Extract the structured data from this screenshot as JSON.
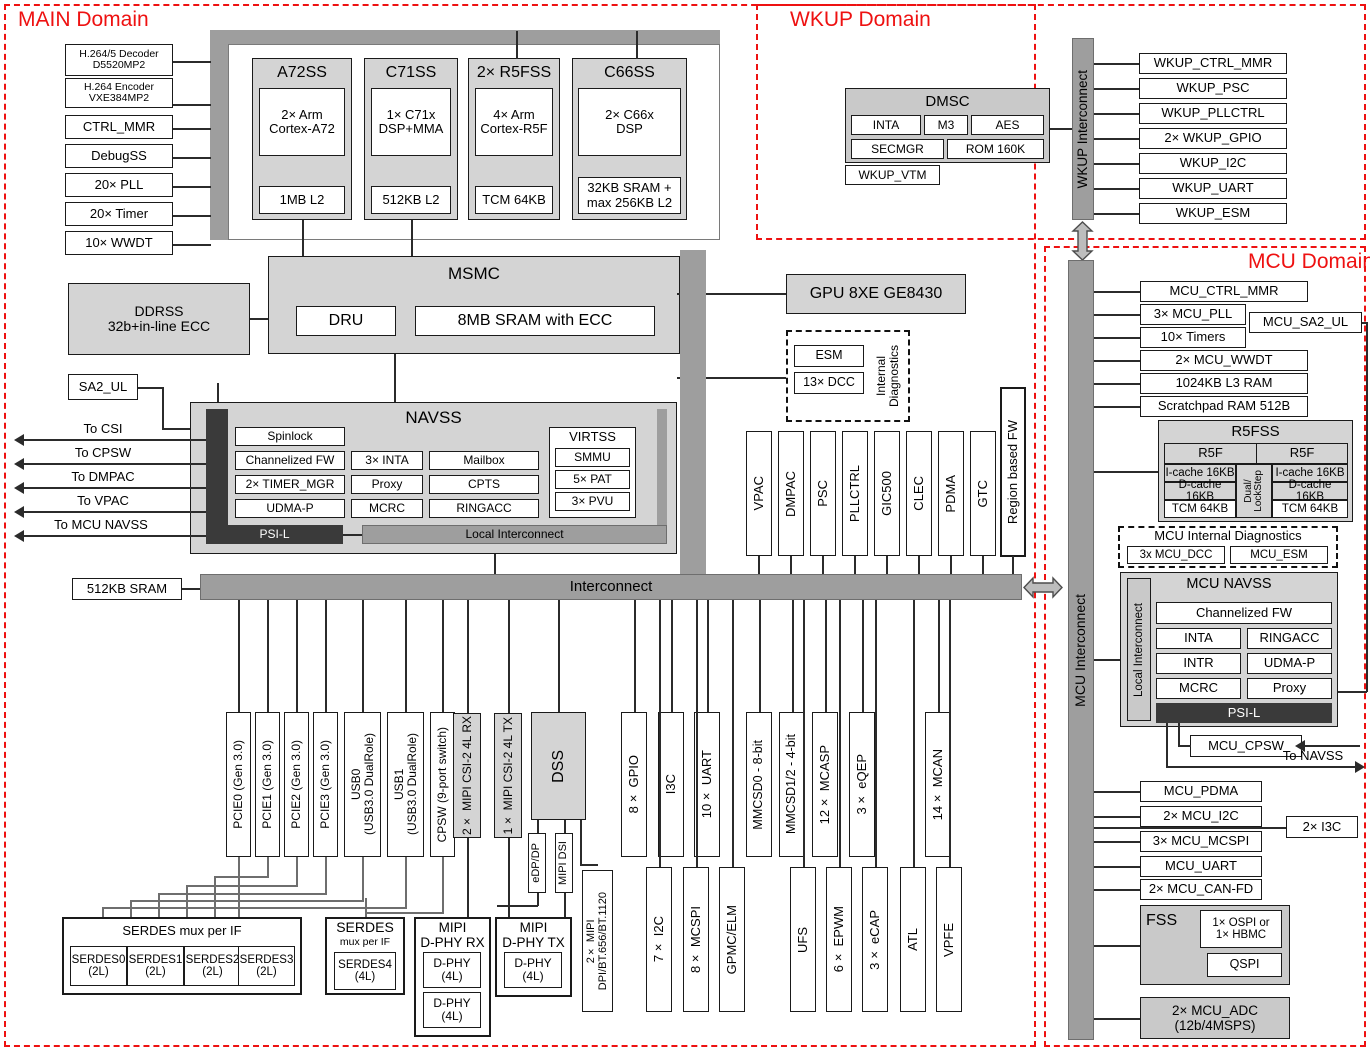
{
  "domains": {
    "main": {
      "label": "MAIN Domain",
      "color": "#ee1111"
    },
    "wkup": {
      "label": "WKUP Domain",
      "color": "#ee1111"
    },
    "mcu": {
      "label": "MCU Domain",
      "color": "#ee1111"
    }
  },
  "main": {
    "left_peripherals": [
      {
        "label": "H.264/5 Decoder\nD5520MP2"
      },
      {
        "label": "H.264 Encoder\nVXE384MP2"
      },
      {
        "label": "CTRL_MMR"
      },
      {
        "label": "DebugSS"
      },
      {
        "label": "20× PLL"
      },
      {
        "label": "20× Timer"
      },
      {
        "label": "10× WWDT"
      }
    ],
    "compute_clusters": [
      {
        "title": "A72SS",
        "core": "2× Arm\nCortex-A72",
        "mem": "1MB L2"
      },
      {
        "title": "C71SS",
        "core": "1× C71x\nDSP+MMA",
        "mem": "512KB L2"
      },
      {
        "title": "2× R5FSS",
        "core": "4× Arm\nCortex-R5F",
        "mem": "TCM 64KB"
      },
      {
        "title": "C66SS",
        "core": "2× C66x\nDSP",
        "mem": "32KB SRAM +\nmax 256KB L2"
      }
    ],
    "msmc": {
      "title": "MSMC",
      "dru": "DRU",
      "sram": "8MB SRAM with ECC"
    },
    "ddrss": "DDRSS\n32b+in-line ECC",
    "sa2ul": "SA2_UL",
    "sram512": "512KB SRAM",
    "interconnect": "Interconnect",
    "gpu": "GPU 8XE GE8430",
    "internal_diag": {
      "label": "Internal\nDiagnostics",
      "items": [
        "ESM",
        "13× DCC"
      ]
    },
    "to_arrows": [
      "To CSI",
      "To CPSW",
      "To DMPAC",
      "To VPAC",
      "To MCU NAVSS"
    ],
    "navss": {
      "title": "NAVSS",
      "psil": "PSI-L",
      "local_interconnect": "Local Interconnect",
      "col1": [
        "Spinlock",
        "Channelized FW",
        "2× TIMER_MGR",
        "UDMA-P"
      ],
      "col2": [
        "3× INTA",
        "Proxy",
        "MCRC"
      ],
      "col3": [
        "Mailbox",
        "CPTS",
        "RINGACC"
      ],
      "virtss": {
        "title": "VIRTSS",
        "items": [
          "SMMU",
          "5× PAT",
          "3× PVU"
        ]
      }
    },
    "vertical_mid": [
      "VPAC",
      "DMPAC",
      "PSC",
      "PLLCTRL",
      "GIC500",
      "CLEC",
      "PDMA",
      "GTC"
    ],
    "region_fw": "Region based FW",
    "vertical_top_row": [
      "PCIE0 (Gen 3.0)",
      "PCIE1 (Gen 3.0)",
      "PCIE2 (Gen 3.0)",
      "PCIE3 (Gen 3.0)",
      "USB0\n(USB3.0 DualRole)",
      "USB1\n(USB3.0 DualRole)",
      "CPSW (9-port switch)",
      "2× MIPI CSI-2 4L RX",
      "1× MIPI CSI-2 4L TX"
    ],
    "dss": "DSS",
    "dss_outputs": [
      "eDP/DP",
      "MIPI DSI"
    ],
    "mipi_dpi": "2× MIPI\nDPI/BT.656/BT.1120",
    "vertical_upper": [
      "8× GPIO",
      "I3C",
      "10× UART",
      "MMCSD0 - 8-bit",
      "MMCSD1/2 - 4-bit",
      "12× MCASP",
      "3× eQEP",
      "14× MCAN"
    ],
    "vertical_lower": [
      "7× I2C",
      "8× MCSPI",
      "GPMC/ELM",
      "UFS",
      "6× EPWM",
      "3× eCAP",
      "ATL",
      "VPFE"
    ],
    "serdes_mux_main": {
      "title": "SERDES mux per IF",
      "items": [
        "SERDES0\n(2L)",
        "SERDES1\n(2L)",
        "SERDES2\n(2L)",
        "SERDES3\n(2L)"
      ]
    },
    "serdes_mux_4l": {
      "title": "SERDES",
      "sub": "mux per IF",
      "item": "SERDES4\n(4L)"
    },
    "mipi_rx": {
      "title": "MIPI\nD-PHY RX",
      "items": [
        "D-PHY\n(4L)",
        "D-PHY\n(4L)"
      ]
    },
    "mipi_tx": {
      "title": "MIPI\nD-PHY TX",
      "items": [
        "D-PHY\n(4L)"
      ]
    }
  },
  "wkup": {
    "interconnect": "WKUP Interconnect",
    "dmsc": {
      "title": "DMSC",
      "row1": [
        "INTA",
        "M3",
        "AES"
      ],
      "row2": [
        "SECMGR",
        "ROM 160K"
      ]
    },
    "vtm": "WKUP_VTM",
    "peripherals": [
      "WKUP_CTRL_MMR",
      "WKUP_PSC",
      "WKUP_PLLCTRL",
      "2× WKUP_GPIO",
      "WKUP_I2C",
      "WKUP_UART",
      "WKUP_ESM"
    ]
  },
  "mcu": {
    "interconnect": "MCU Interconnect",
    "peripherals_top": [
      "MCU_CTRL_MMR",
      "3× MCU_PLL",
      "10× Timers",
      "2× MCU_WWDT",
      "1024KB L3 RAM",
      "Scratchpad RAM 512B"
    ],
    "sa2ul": "MCU_SA2_UL",
    "r5fss": {
      "title": "R5FSS",
      "core_label": "R5F",
      "mode": "Dual/\nLockStep",
      "lines": [
        "I-cache 16KB",
        "D-cache 16KB",
        "TCM 64KB"
      ]
    },
    "internal_diag": {
      "label": "MCU Internal Diagnostics",
      "items": [
        "3x MCU_DCC",
        "MCU_ESM"
      ]
    },
    "navss": {
      "title": "MCU NAVSS",
      "local_interconnect": "Local Interconnect",
      "full": "Channelized FW",
      "left": [
        "INTA",
        "INTR",
        "MCRC"
      ],
      "right": [
        "RINGACC",
        "UDMA-P",
        "Proxy"
      ],
      "psil": "PSI-L"
    },
    "cpsw": "MCU_CPSW",
    "to_navss": "To NAVSS",
    "peripherals_bottom": [
      "MCU_PDMA",
      "2× MCU_I2C",
      "3× MCU_MCSPI",
      "MCU_UART",
      "2× MCU_CAN-FD"
    ],
    "i3c": "2× I3C",
    "fss": {
      "title": "FSS",
      "items": [
        "1× OSPI or\n1× HBMC",
        "QSPI"
      ]
    },
    "adc": "2× MCU_ADC\n(12b/4MSPS)"
  }
}
